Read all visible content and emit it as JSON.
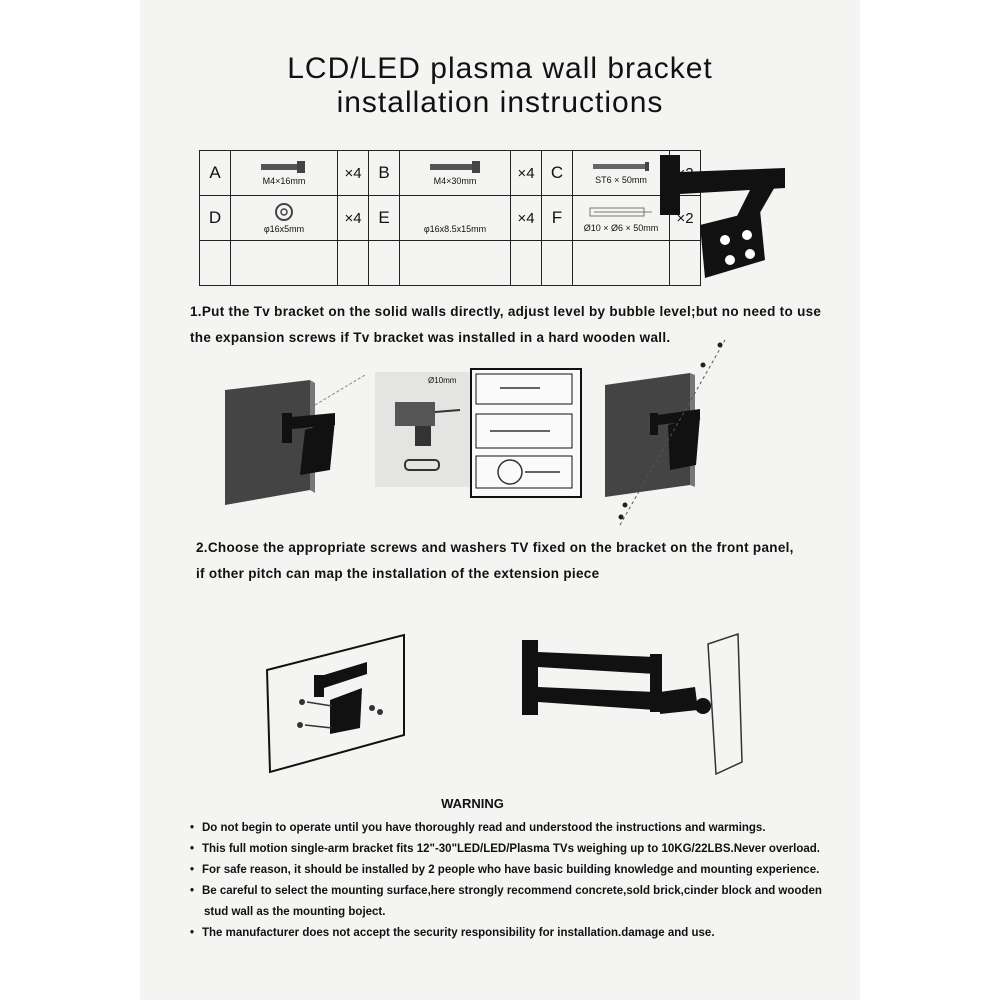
{
  "title": {
    "line1": "LCD/LED plasma wall bracket",
    "line2": "installation instructions"
  },
  "parts": [
    {
      "letter": "A",
      "label": "M4×16mm",
      "count": "×4",
      "icon": "bolt-icon"
    },
    {
      "letter": "B",
      "label": "M4×30mm",
      "count": "×4",
      "icon": "long-bolt-icon"
    },
    {
      "letter": "C",
      "label": "ST6 × 50mm",
      "count": "×2",
      "icon": "wood-screw-icon"
    },
    {
      "letter": "D",
      "label": "φ16x5mm",
      "count": "×4",
      "icon": "washer-icon"
    },
    {
      "letter": "E",
      "label": "φ16x8.5x15mm",
      "count": "×4",
      "icon": "spacer-icon"
    },
    {
      "letter": "F",
      "label": "Ø10 × Ø6 × 50mm",
      "count": "×2",
      "icon": "anchor-icon"
    }
  ],
  "steps": {
    "step1": "1.Put the Tv bracket on the solid walls directly, adjust level by bubble level;but no need to use the expansion screws if Tv bracket was installed in a hard wooden wall.",
    "step2_line1": "2.Choose the appropriate screws and washers TV fixed on the bracket on the front panel,",
    "step2_line2": "if other pitch can map the installation of the extension piece"
  },
  "figure_labels": {
    "drill_size": "Ø10mm"
  },
  "warning": {
    "title": "WARNING",
    "items": [
      "Do not begin to operate until you have thoroughly read and understood the instructions and warmings.",
      "This full motion single-arm bracket fits 12\"-30\"LED/LED/Plasma TVs weighing up to 10KG/22LBS.Never overload.",
      "For safe reason, it should be installed by 2 people who have basic building knowledge and mounting experience.",
      "Be careful to select the mounting surface,here strongly recommend concrete,sold brick,cinder block and wooden",
      "stud wall as the mounting boject.",
      "The manufacturer does not accept the security responsibility for installation.damage and use."
    ]
  }
}
